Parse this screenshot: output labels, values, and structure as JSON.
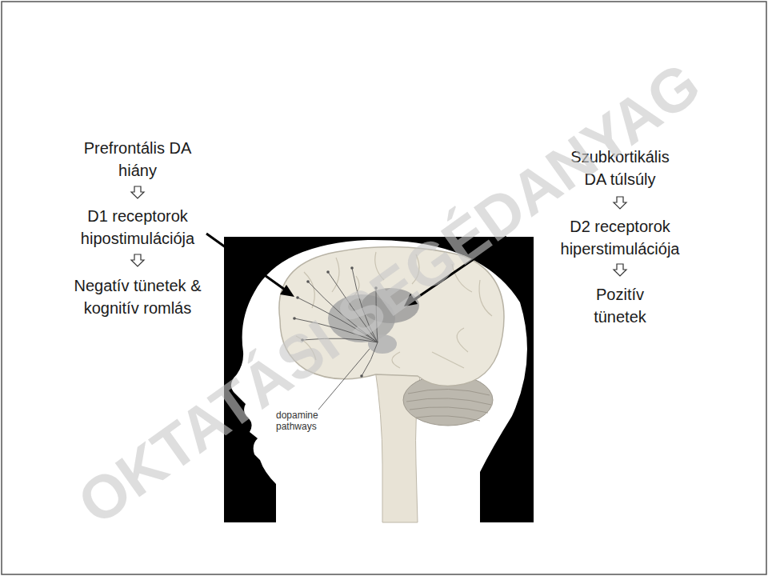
{
  "diagram": {
    "labels": [
      "Prefrontális DA hiány",
      "D1 receptorok hipostimulációja",
      "Negatív tünetek & kognitív romlás",
      "Szubkortikális DA túlsúly",
      "D2 receptorok hiperstimulációja",
      "Pozitív tünetek",
      "dopamine pathways",
      "OKTATÁSI SEGÉDANYAG"
    ]
  }
}
